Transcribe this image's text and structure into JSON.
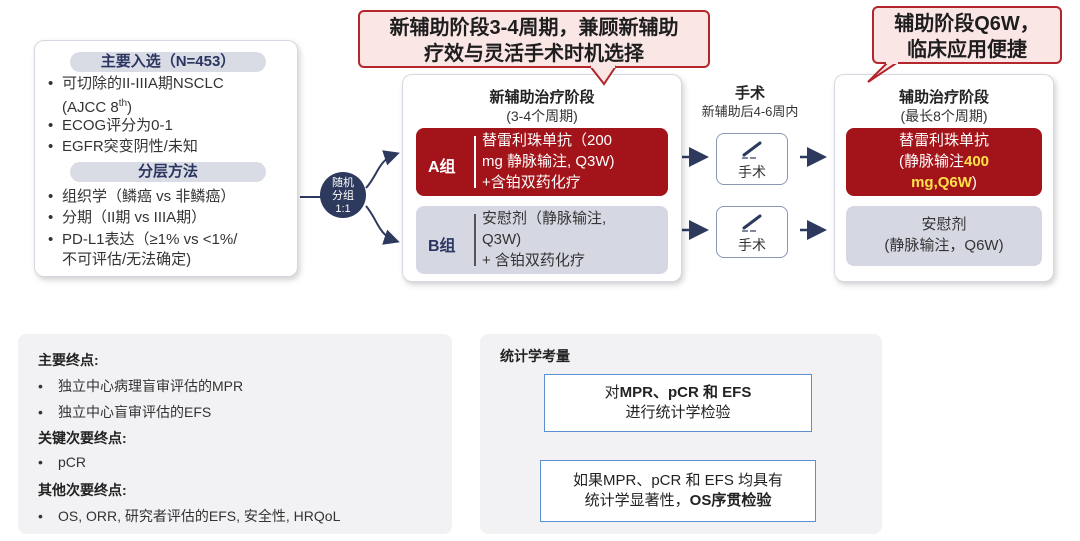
{
  "callouts": {
    "left": [
      "新辅助阶段3-4周期，兼顾新辅助",
      "疗效与灵活手术时机选择"
    ],
    "right": [
      "辅助阶段Q6W，",
      "临床应用便捷"
    ]
  },
  "inclusion": {
    "title": "主要入选（N=453）",
    "items": [
      "可切除的II-IIIA期NSCLC",
      "(AJCC 8",
      "ECOG评分为0-1",
      "EGFR突变阴性/未知"
    ],
    "sup": "th",
    "close_paren": ")",
    "strat_title": "分层方法",
    "strat_items": [
      "组织学（鳞癌 vs 非鳞癌）",
      "分期（II期 vs IIIA期）",
      "PD-L1表达（≥1% vs <1%/",
      "不可评估/无法确定)"
    ]
  },
  "randomization": [
    "随机",
    "分组",
    "1:1"
  ],
  "neoadjuvant": {
    "title": "新辅助治疗阶段",
    "subtitle": "(3-4个周期)",
    "arm_a": {
      "label": "A组",
      "lines": [
        "替雷利珠单抗（200",
        "mg 静脉输注, Q3W)",
        "+含铂双药化疗"
      ]
    },
    "arm_b": {
      "label": "B组",
      "lines": [
        "安慰剂（静脉输注,",
        "Q3W)",
        "+ 含铂双药化疗"
      ]
    }
  },
  "surgery": {
    "title": "手术",
    "subtitle": "新辅助后4-6周内",
    "box_label": "手术"
  },
  "adjuvant": {
    "title": "辅助治疗阶段",
    "subtitle": "(最长8个周期)",
    "arm_a": {
      "line1": "替雷利珠单抗",
      "line2_pre": "(静脉输注",
      "line2_hl": "400",
      "line3_hl": "mg,Q6W",
      "line3_post": ")"
    },
    "arm_b": {
      "line1": "安慰剂",
      "line2": "(静脉输注，Q6W)"
    }
  },
  "endpoints": {
    "primary_h": "主要终点:",
    "primary": [
      "独立中心病理盲审评估的MPR",
      "独立中心盲审评估的EFS"
    ],
    "key_secondary_h": "关键次要终点:",
    "key_secondary": [
      "pCR"
    ],
    "other_secondary_h": "其他次要终点:",
    "other_secondary": [
      "OS, ORR, 研究者评估的EFS, 安全性, HRQoL"
    ]
  },
  "statistics": {
    "title": "统计学考量",
    "box1_pre": "对",
    "box1_bold": "MPR、pCR 和 EFS",
    "box1_line2": "进行统计学检验",
    "box2_line1": "如果MPR、pCR 和 EFS 均具有",
    "box2_pre": "统计学显著性，",
    "box2_bold": "OS序贯检验"
  },
  "colors": {
    "arm_a": "#a3141a",
    "arm_b": "#d5d8e3",
    "navy": "#2d3a5d",
    "callout_border": "#b3262b",
    "highlight": "#ffe14a"
  }
}
